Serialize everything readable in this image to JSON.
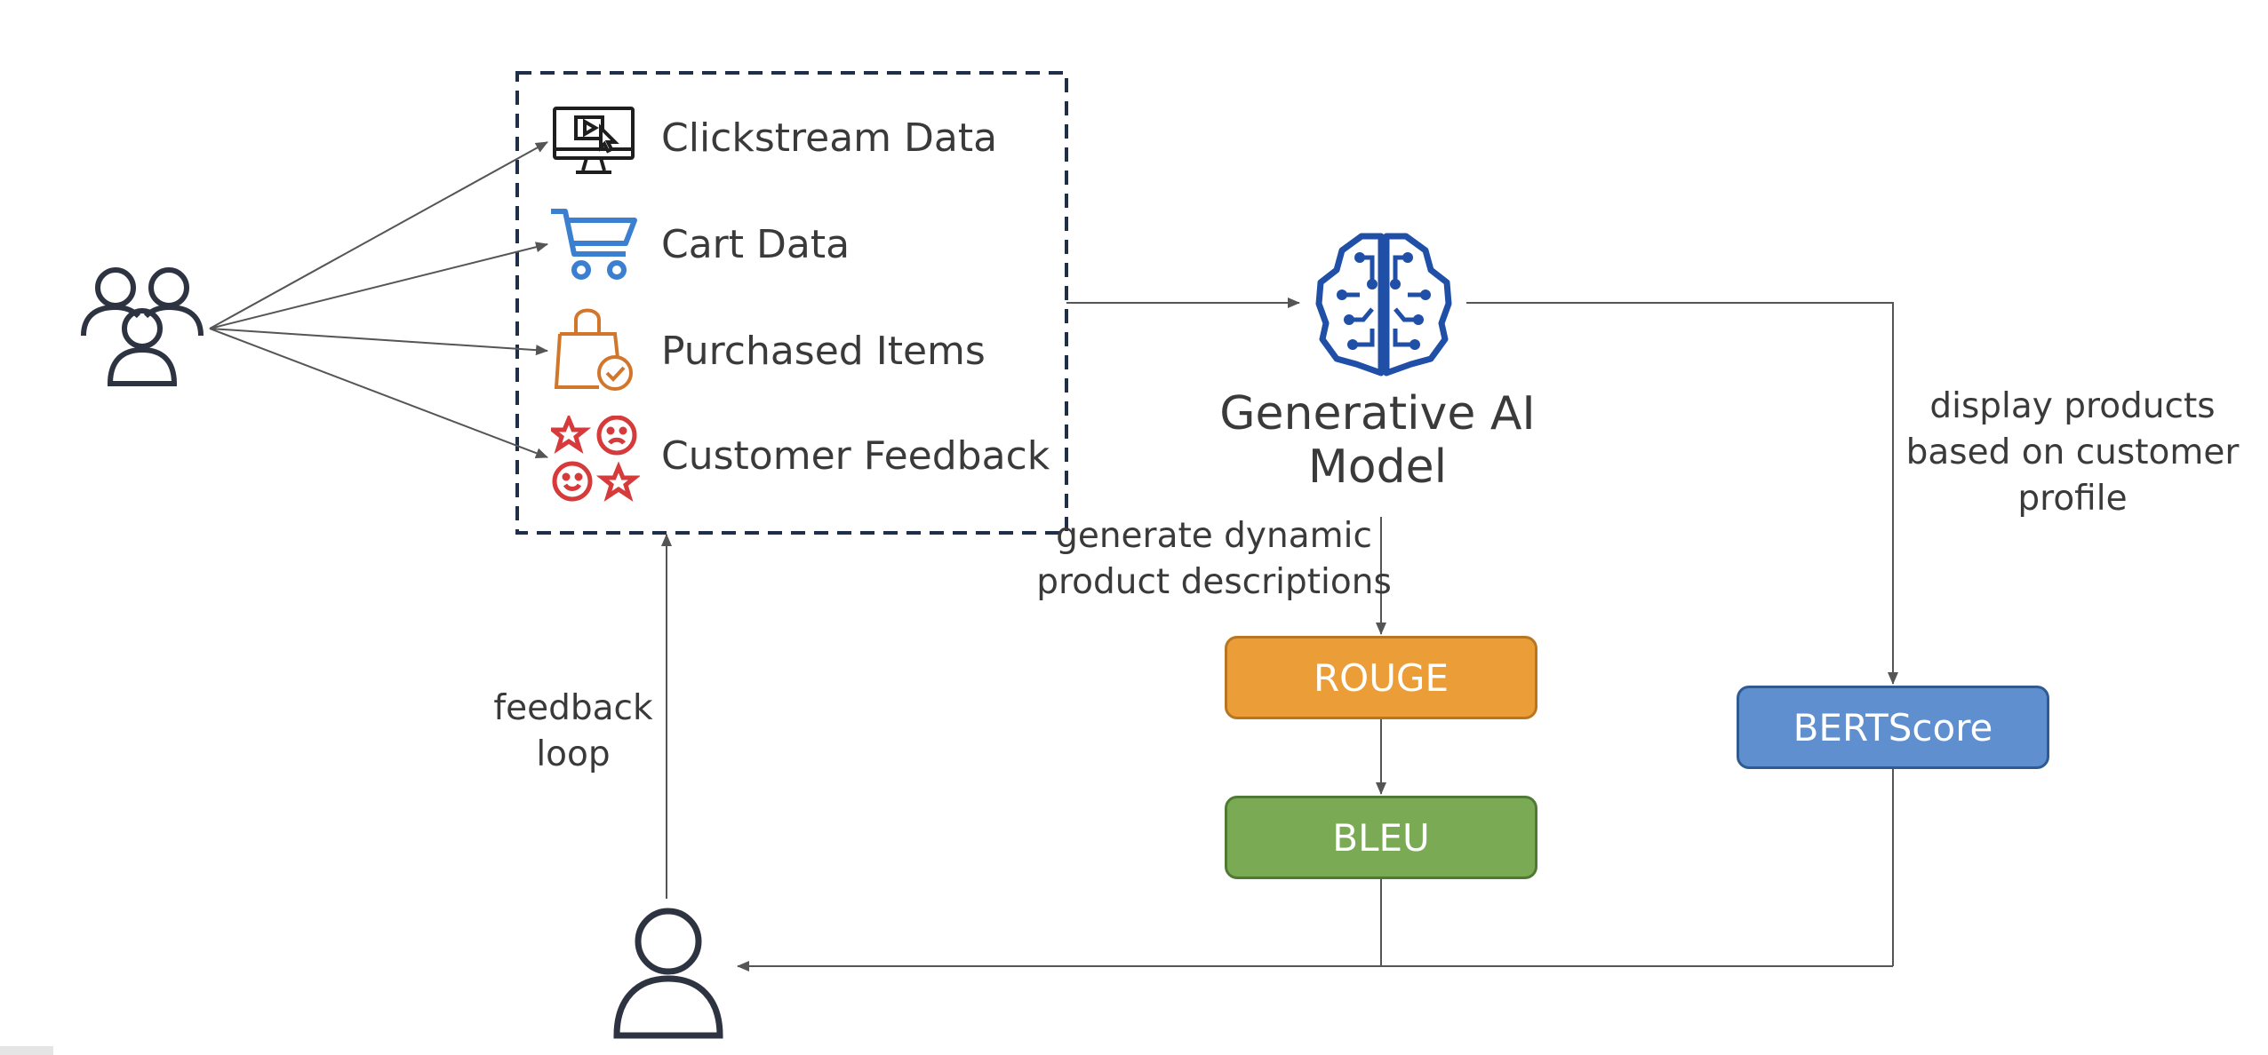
{
  "sources": {
    "clickstream": "Clickstream Data",
    "cart": "Cart Data",
    "purchased": "Purchased Items",
    "feedback": "Customer Feedback"
  },
  "model": {
    "line1": "Generative AI",
    "line2": "Model"
  },
  "edges": {
    "generate_line1": "generate dynamic",
    "generate_line2": "product descriptions",
    "display_line1": "display products",
    "display_line2": "based on customer",
    "display_line3": "profile",
    "feedback_line1": "feedback",
    "feedback_line2": "loop"
  },
  "metrics": {
    "rouge": "ROUGE",
    "bleu": "BLEU",
    "bertscore": "BERTScore"
  },
  "colors": {
    "rouge": "#eb9d37",
    "bleu": "#7baa55",
    "bertscore": "#5f8fce",
    "brain": "#1f4fa6",
    "cart": "#3b7fd0",
    "bag": "#d2762b",
    "feedback": "#d63a3a",
    "box_border": "#1f2f4a",
    "arrow": "#555555"
  },
  "icons": [
    "users-group-icon",
    "monitor-icon",
    "shopping-cart-icon",
    "shopping-bag-icon",
    "feedback-icon",
    "brain-icon",
    "user-icon"
  ]
}
